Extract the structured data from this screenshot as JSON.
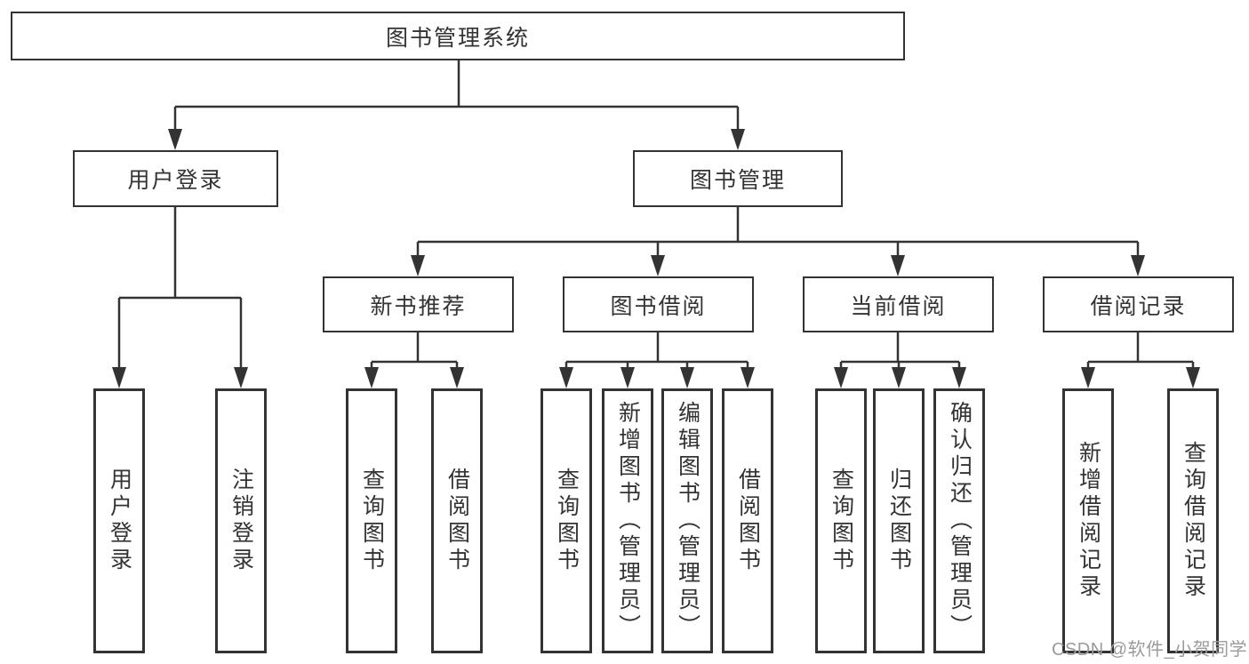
{
  "diagram": {
    "root_label": "图书管理系统",
    "level2": [
      {
        "label": "用户登录"
      },
      {
        "label": "图书管理"
      }
    ],
    "level3": [
      {
        "label": "新书推荐"
      },
      {
        "label": "图书借阅"
      },
      {
        "label": "当前借阅"
      },
      {
        "label": "借阅记录"
      }
    ],
    "leaves": {
      "user_login": [
        {
          "label": "用户登录"
        },
        {
          "label": "注销登录"
        }
      ],
      "new_book": [
        {
          "label": "查询图书"
        },
        {
          "label": "借阅图书"
        }
      ],
      "book_borrow": [
        {
          "label": "查询图书"
        },
        {
          "label": "新增图书（管理员）"
        },
        {
          "label": "编辑图书（管理员）"
        },
        {
          "label": "借阅图书"
        }
      ],
      "current_borrow": [
        {
          "label": "查询图书"
        },
        {
          "label": "归还图书"
        },
        {
          "label": "确认归还（管理员）"
        }
      ],
      "borrow_records": [
        {
          "label": "新增借阅记录"
        },
        {
          "label": "查询借阅记录"
        }
      ]
    },
    "watermark": {
      "text": "CSDN @软件_小贺同学"
    },
    "colors": {
      "line": "#333333",
      "text": "#333333",
      "watermark": "#9b9b9b",
      "background": "#ffffff"
    }
  }
}
